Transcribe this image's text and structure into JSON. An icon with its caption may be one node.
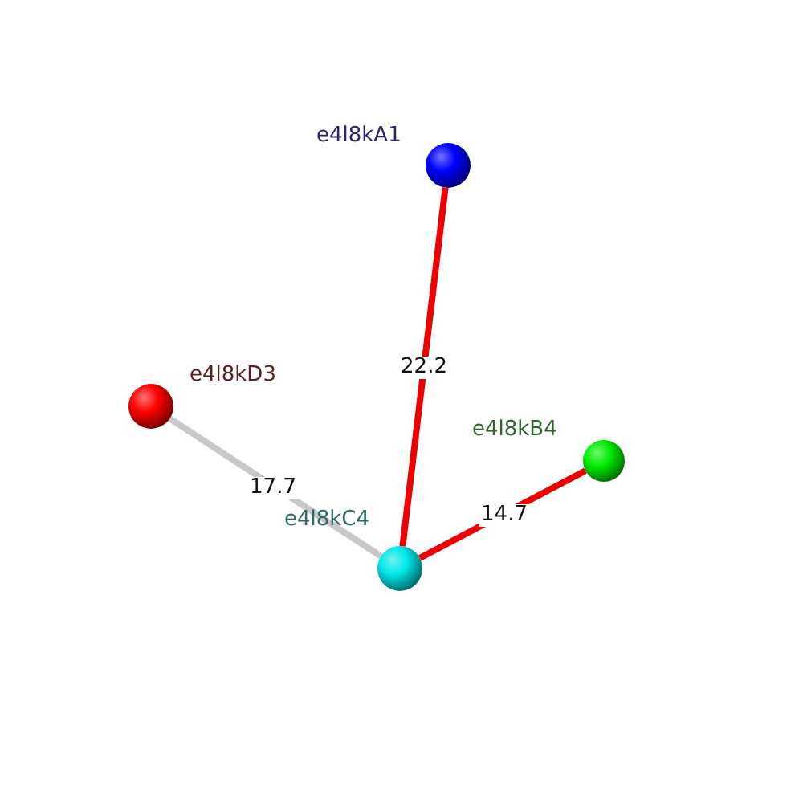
{
  "diagram": {
    "nodes": [
      {
        "text": [],
        "shape": "circle",
        "beside": [
          "e4l8kA1"
        ]
      },
      {
        "text": [],
        "shape": "circle",
        "beside": [
          "e4l8kD3"
        ]
      },
      {
        "text": [],
        "shape": "circle",
        "beside": [
          "e4l8kB4"
        ]
      },
      {
        "text": [],
        "shape": "circle",
        "beside": [
          "e4l8kC4"
        ]
      }
    ],
    "edges": [
      {
        "from": 0,
        "to": 3,
        "arrow": "none",
        "label": "22.2"
      },
      {
        "from": 1,
        "to": 3,
        "arrow": "none",
        "label": "17.7",
        "color": "#c8c8c8"
      },
      {
        "from": 3,
        "to": 2,
        "arrow": "none",
        "label": "14.7"
      }
    ]
  }
}
